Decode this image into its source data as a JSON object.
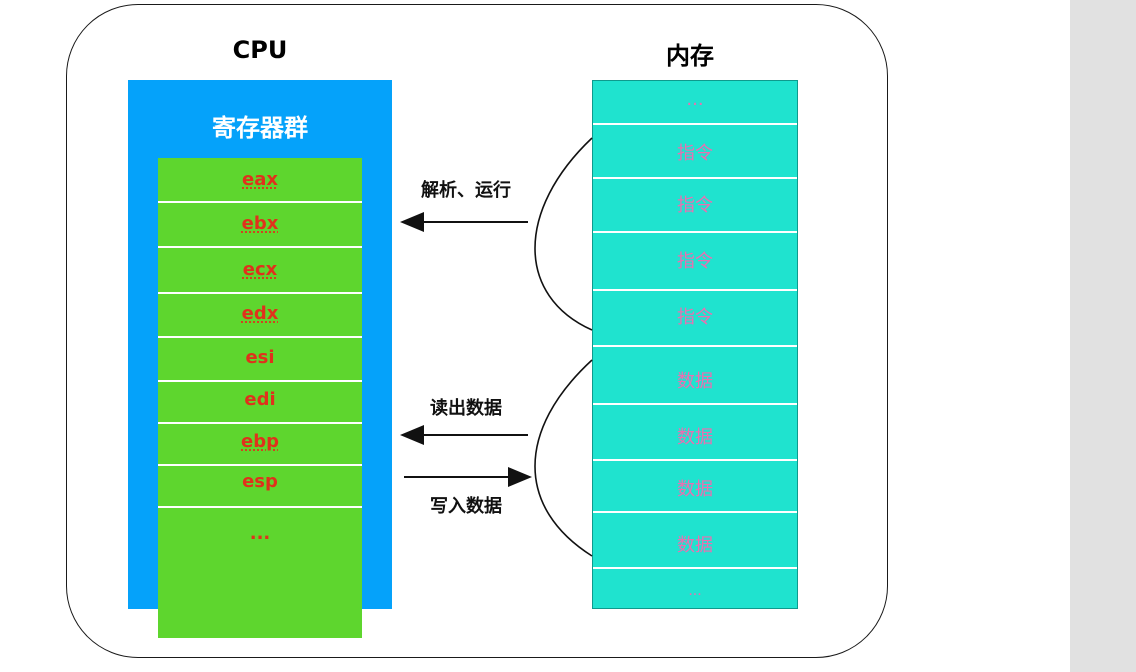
{
  "cpu": {
    "title": "CPU",
    "group_title": "寄存器群",
    "registers": [
      "eax",
      "ebx",
      "ecx",
      "edx",
      "esi",
      "edi",
      "ebp",
      "esp",
      "..."
    ]
  },
  "memory": {
    "title": "内存",
    "top_ellipsis": "...",
    "instructions": [
      "指令",
      "指令",
      "指令",
      "指令"
    ],
    "data": [
      "数据",
      "数据",
      "数据",
      "数据"
    ],
    "bottom_ellipsis": "..."
  },
  "arrows": {
    "parse_run": "解析、运行",
    "read_data": "读出数据",
    "write_data": "写入数据"
  },
  "colors": {
    "cpu_box": "#05a2fa",
    "register_stack": "#5ed62e",
    "register_text": "#e0311c",
    "memory_box": "#1fe3cf",
    "memory_text": "#ea6fb1"
  }
}
